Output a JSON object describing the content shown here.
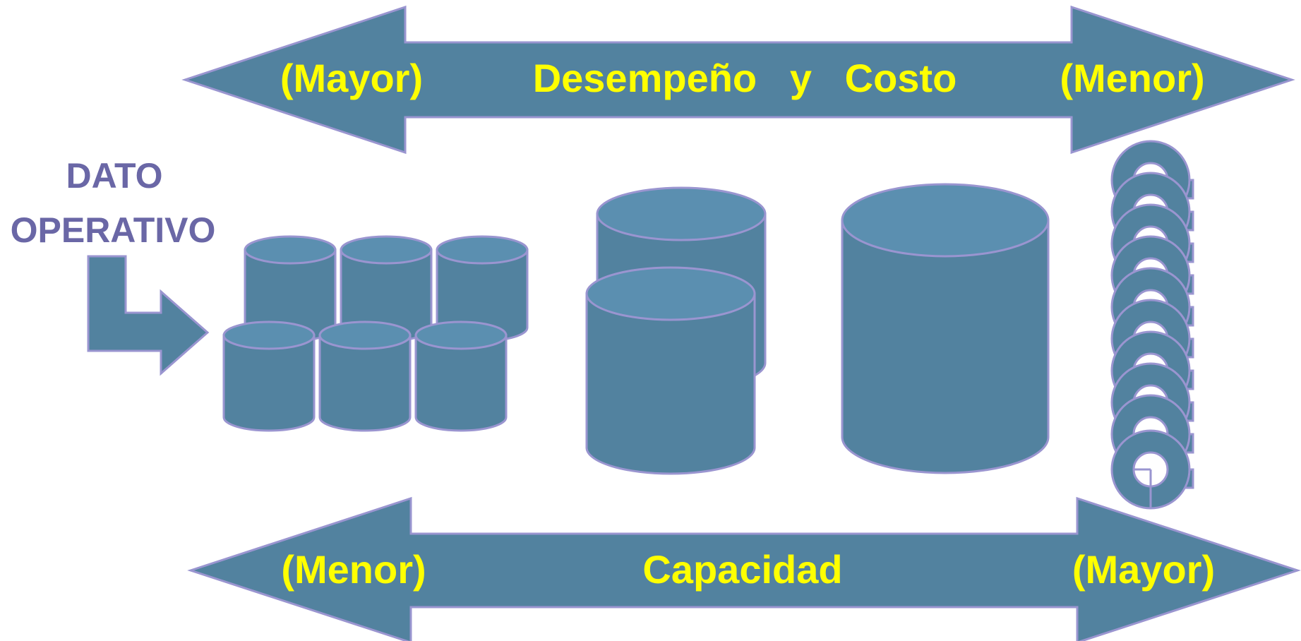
{
  "top_arrow": {
    "left_label": "(Mayor)",
    "center_label": "Desempeño   y   Costo",
    "right_label": "(Menor)"
  },
  "bottom_arrow": {
    "left_label": "(Menor)",
    "center_label": "Capacidad",
    "right_label": "(Mayor)"
  },
  "side_label": {
    "line1": "DATO",
    "line2": "OPERATIVO"
  },
  "colors": {
    "shape_fill": "#52829f",
    "shape_top": "#5b8fb0",
    "outline": "#9a95d0",
    "label_text": "#ffff00",
    "side_text": "#6a67a6"
  },
  "icons": [
    "arrow-double-icon",
    "bent-arrow-icon",
    "database-cylinder-icon",
    "tape-reel-icon"
  ]
}
